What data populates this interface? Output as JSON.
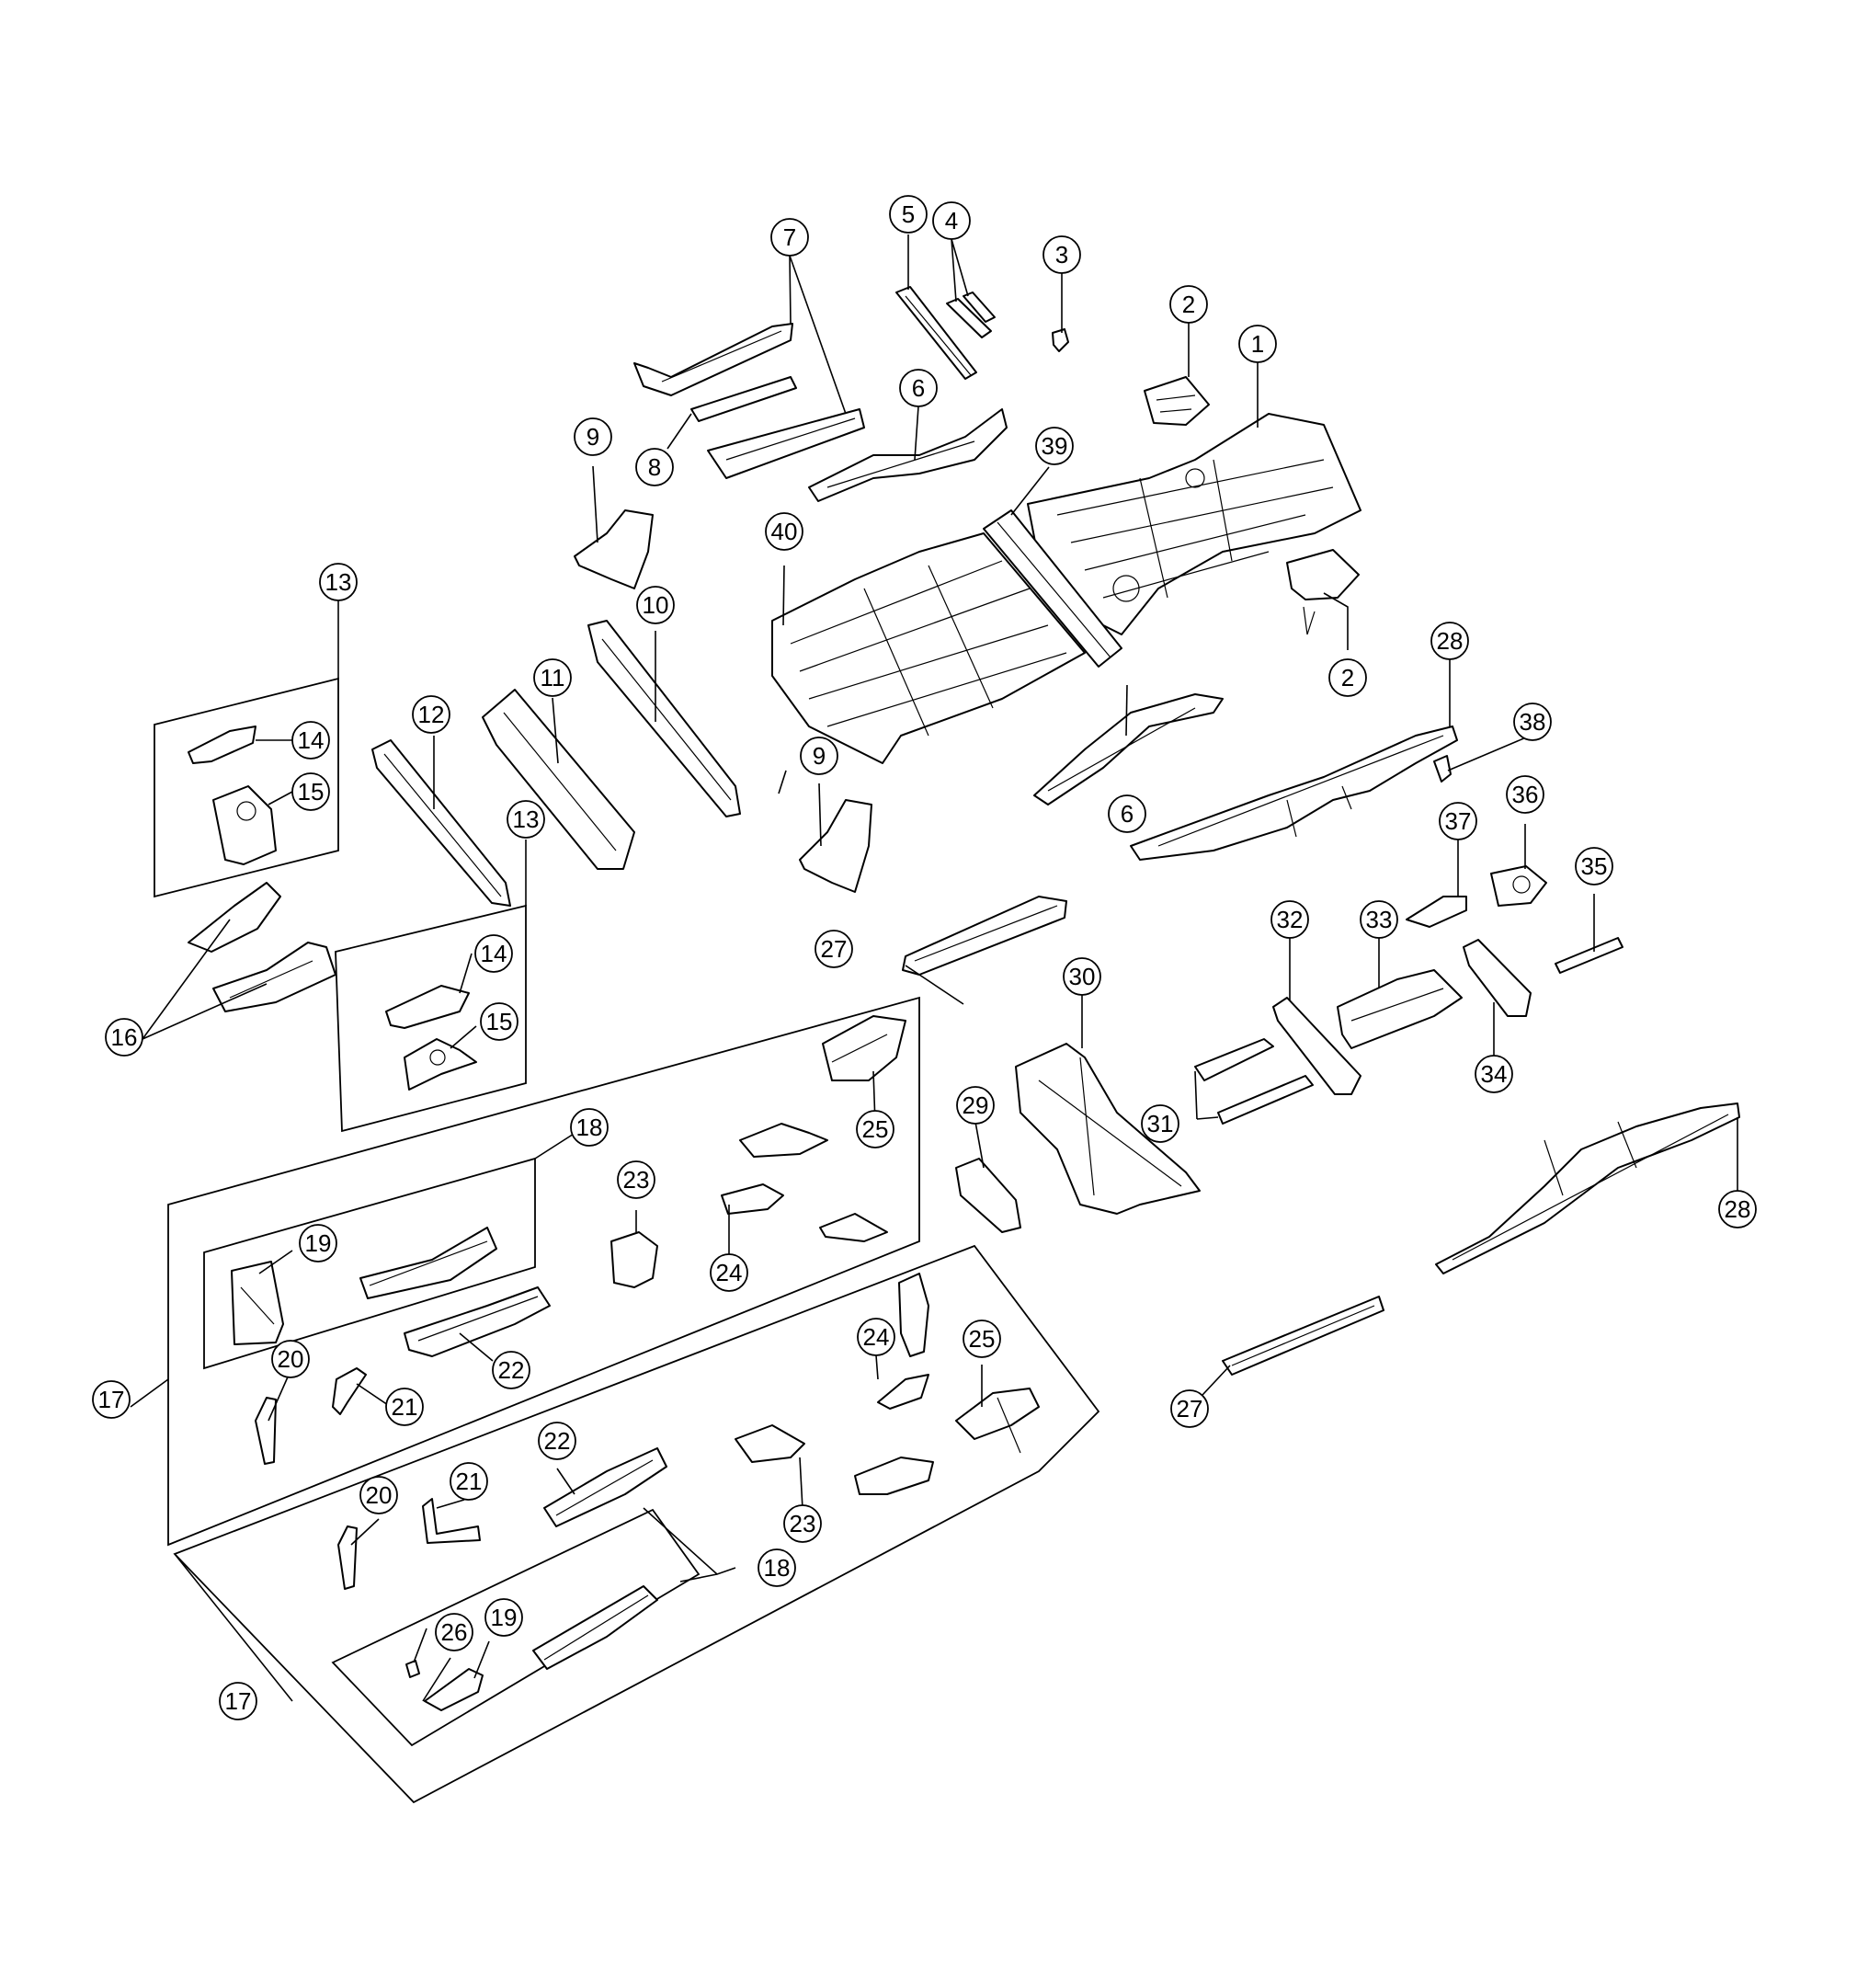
{
  "colors": {
    "line": "#000000",
    "background": "#ffffff"
  },
  "callouts": {
    "c1": "1",
    "c2a": "2",
    "c2b": "2",
    "c3": "3",
    "c4": "4",
    "c5": "5",
    "c6a": "6",
    "c6b": "6",
    "c7": "7",
    "c8": "8",
    "c9a": "9",
    "c9b": "9",
    "c10": "10",
    "c11": "11",
    "c12": "12",
    "c13a": "13",
    "c13b": "13",
    "c14a": "14",
    "c14b": "14",
    "c15a": "15",
    "c15b": "15",
    "c16": "16",
    "c17a": "17",
    "c17b": "17",
    "c18a": "18",
    "c18b": "18",
    "c19a": "19",
    "c19b": "19",
    "c20a": "20",
    "c20b": "20",
    "c21a": "21",
    "c21b": "21",
    "c22a": "22",
    "c22b": "22",
    "c23a": "23",
    "c23b": "23",
    "c24a": "24",
    "c24b": "24",
    "c25a": "25",
    "c25b": "25",
    "c26": "26",
    "c27a": "27",
    "c27b": "27",
    "c28a": "28",
    "c28b": "28",
    "c29": "29",
    "c30": "30",
    "c31": "31",
    "c32": "32",
    "c33": "33",
    "c34": "34",
    "c35": "35",
    "c36": "36",
    "c37": "37",
    "c38": "38",
    "c39": "39",
    "c40": "40"
  }
}
